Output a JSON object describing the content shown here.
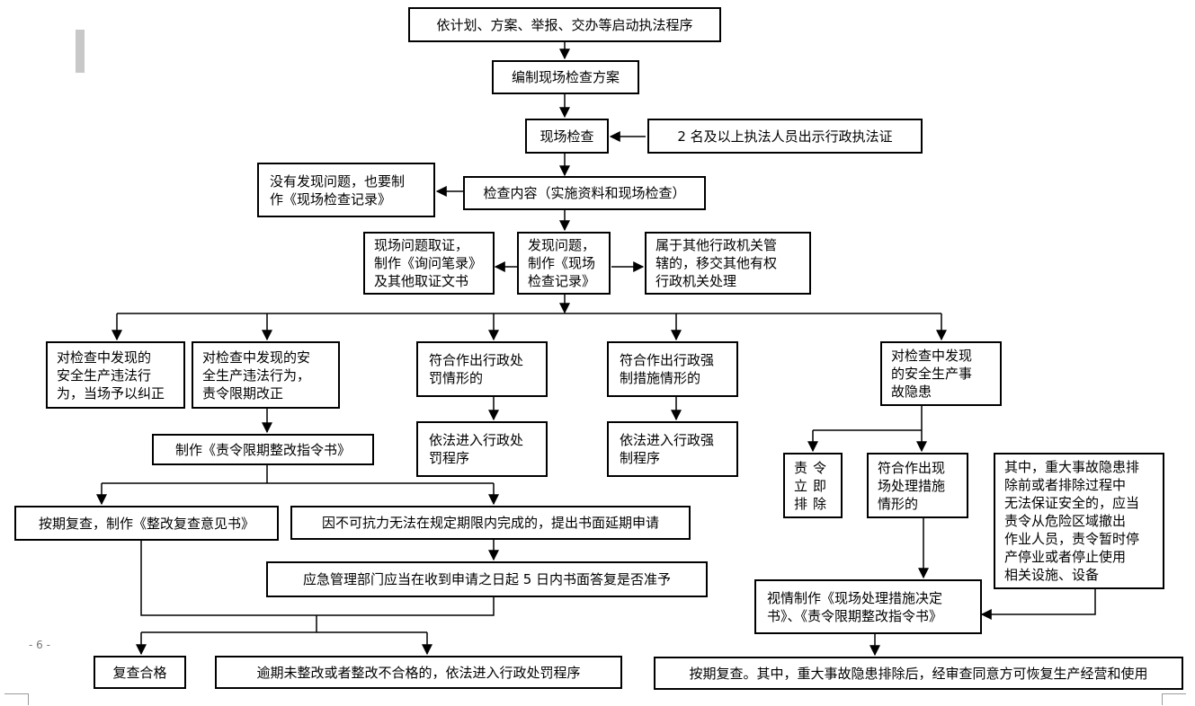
{
  "page": {
    "page_number": "- 6 -"
  },
  "nodes": {
    "start": "依计划、方案、举报、交办等启动执法程序",
    "plan": "编制现场检查方案",
    "inspect": "现场检查",
    "officers": "2 名及以上执法人员出示行政执法证",
    "content": "检查内容（实施资料和现场检查）",
    "no_problem": "没有发现问题，也要制\n作《现场检查记录》",
    "found": "发现问题，\n制作《现场\n检查记录》",
    "evidence": "现场问题取证，\n制作《询问笔录》\n及其他取证文书",
    "transfer": "属于其他行政机关管\n辖的，移交其他有权\n行政机关处理",
    "correct_now": "对检查中发现的\n安全生产违法行\n为，当场予以纠正",
    "correct_deadline": "对检查中发现的安\n全生产违法行为，\n责令限期改正",
    "penalty": "符合作出行政处\n罚情形的",
    "penalty_proc": "依法进入行政处\n罚程序",
    "enforce": "符合作出行政强\n制措施情形的",
    "enforce_proc": "依法进入行政强\n制程序",
    "hazard": "对检查中发现\n的安全生产事\n故隐患",
    "rectify_order": "制作《责令限期整改指令书》",
    "recheck": "按期复查，制作《整改复查意见书》",
    "extension": "因不可抗力无法在规定期限内完成的，提出书面延期申请",
    "reply": "应急管理部门应当在收到申请之日起 5 日内书面答复是否准予",
    "pass": "复查合格",
    "overdue": "逾期未整改或者整改不合格的，依法进入行政处罚程序",
    "eliminate": "责令\n立即\n排除",
    "onsite": "符合作出现\n场处理措施\n情形的",
    "major": "其中，重大事故隐患排\n除前或者排除过程中\n无法保证安全的，应当\n责令从危险区域撤出\n作业人员，责令暂时停\n产停业或者停止使用\n相关设施、设备",
    "decision": "视情制作《现场处理措施决定\n书》、《责令限期整改指令书》",
    "final_recheck": "按期复查。其中，重大事故隐患排除后，经审查同意方可恢复生产经营和使用"
  }
}
